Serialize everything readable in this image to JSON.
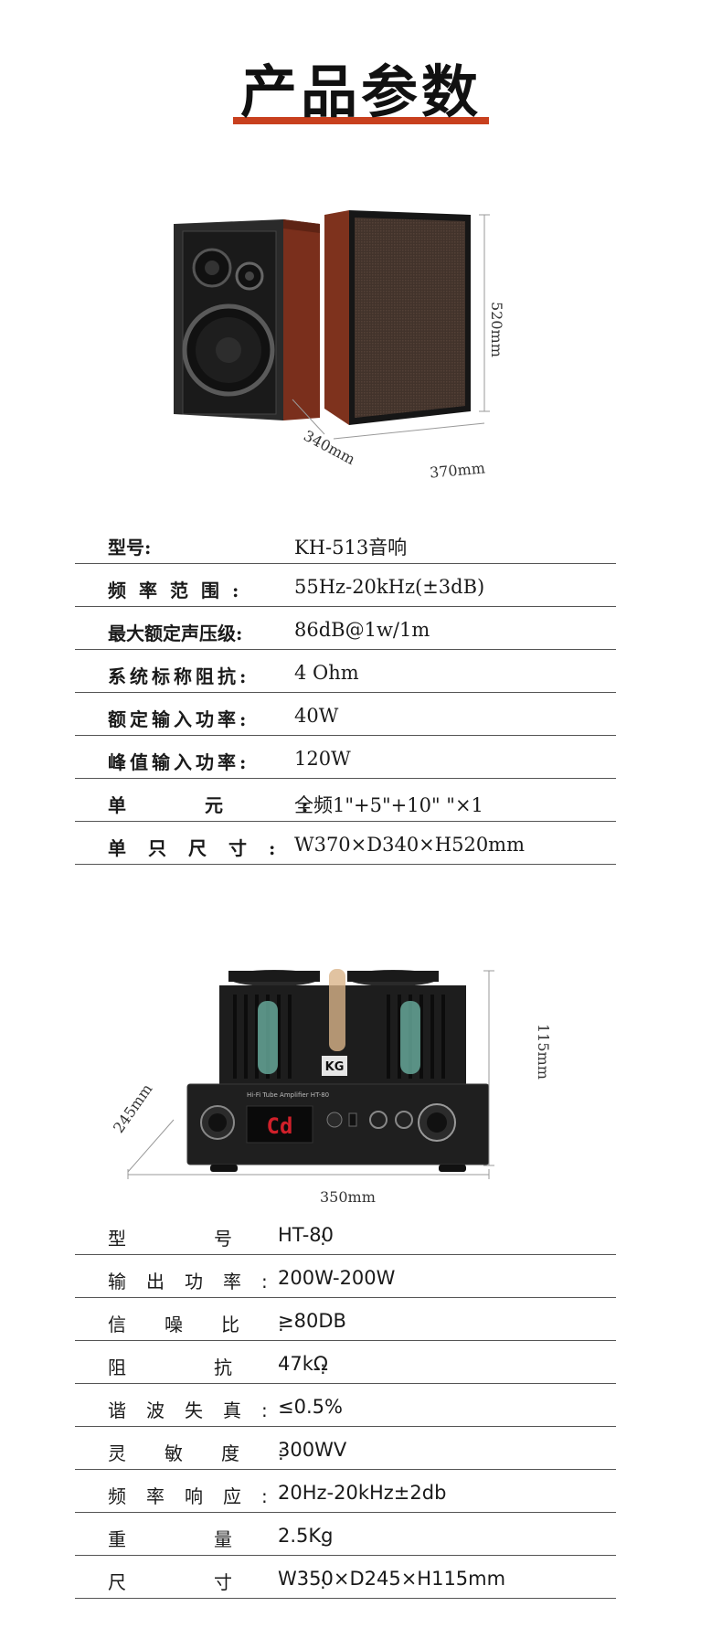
{
  "header": {
    "title": "产品参数"
  },
  "speaker": {
    "dims": {
      "height": "520mm",
      "depth": "340mm",
      "width": "370mm"
    },
    "specs": [
      {
        "label": "型号:",
        "value": "KH-513音响"
      },
      {
        "label": "频率范围:",
        "value": "55Hz-20kHz(±3dB)"
      },
      {
        "label": "最大额定声压级:",
        "value": "86dB@1w/1m"
      },
      {
        "label": "系统标称阻抗:",
        "value": "4 Ohm"
      },
      {
        "label": "额定输入功率:",
        "value": "40W"
      },
      {
        "label": "峰值输入功率:",
        "value": "120W"
      },
      {
        "label": "单元:",
        "value": "全频1\"+5\"+10\" \"×1"
      },
      {
        "label": "单只尺寸:",
        "value": "W370×D340×H520mm"
      }
    ]
  },
  "amplifier": {
    "dims": {
      "height": "115mm",
      "depth": "245mm",
      "width": "350mm"
    },
    "panel_text": "Hi-Fi Tube Amplifier HT-80",
    "display_text": "Cd",
    "logo_text": "KG",
    "specs": [
      {
        "label": "型号:",
        "value": "HT-80"
      },
      {
        "label": "输出功率:",
        "value": "200W-200W"
      },
      {
        "label": "信噪比:",
        "value": "≥80DB"
      },
      {
        "label": "阻抗:",
        "value": "47kΩ"
      },
      {
        "label": "谐波失真:",
        "value": "≤0.5%"
      },
      {
        "label": "灵敏度:",
        "value": "300WV"
      },
      {
        "label": "频率响应:",
        "value": "20Hz-20kHz±2db"
      },
      {
        "label": "重量:",
        "value": "2.5Kg"
      },
      {
        "label": "尺寸:",
        "value": "W350×D245×H115mm"
      }
    ]
  },
  "colors": {
    "accent": "#c8401e",
    "wood": "#8a3a22",
    "panel": "#1c1c1c"
  }
}
